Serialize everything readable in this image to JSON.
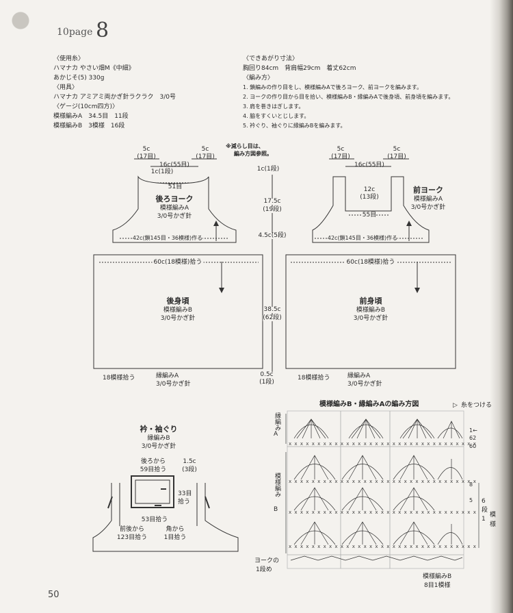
{
  "header": {
    "page_ref": "10page",
    "pattern_no": "8",
    "page_number": "50"
  },
  "info_left": {
    "yarn_heading": "〈使用糸〉",
    "yarn_line1": "ハマナカ やさい畑M《中細》",
    "yarn_line2": "あかじそ(5) 330g",
    "tools_heading": "〈用具〉",
    "tools_line": "ハマナカ アミアミ両かぎ針ラクラク　3/0号",
    "gauge_heading": "〈ゲージ(10cm四方)〉",
    "gauge_a": "模様編みA　34.5目　11段",
    "gauge_b": "模様編みB　3模様　16段"
  },
  "info_right": {
    "size_heading": "〈できあがり寸法〉",
    "size_line": "胸回り84cm　背肩幅29cm　着丈62cm",
    "method_heading": "〈編み方〉",
    "steps": [
      "1. 鎖編みの作り目をし、模様編みAで後ろヨーク、前ヨークを編みます。",
      "2. ヨークの作り目から目を拾い、模様編みB・縁編みAで後身頃、前身頃を編みます。",
      "3. 肩を巻きはぎします。",
      "4. 脇をすくいとじします。",
      "5. 衿ぐり、袖ぐりに縁編みBを編みます。"
    ]
  },
  "diagram": {
    "note_line1": "※減らし目は、",
    "note_line2": "編み方図参照。",
    "back_yoke": {
      "shoulder_left": "5c",
      "shoulder_left_rows": "(17目)",
      "shoulder_right": "5c",
      "shoulder_right_rows": "(17目)",
      "neck_width": "16c(55目)",
      "neck_depth": "1c(1段)",
      "neck_stitches": "51目",
      "title": "後ろヨーク",
      "stitch": "模様編みA",
      "hook": "3/0号かぎ針",
      "bottom": "42c(鎖145目・36模様)作る"
    },
    "front_yoke": {
      "shoulder_left": "5c",
      "shoulder_left_rows": "(17目)",
      "shoulder_right": "5c",
      "shoulder_right_rows": "(17目)",
      "neck_width": "16c(55目)",
      "neck_depth": "12c",
      "neck_depth_rows": "(13段)",
      "neck_stitches": "55目",
      "title": "前ヨーク",
      "stitch": "模様編みA",
      "hook": "3/0号かぎ針",
      "bottom": "42c(鎖145目・36模様)作る"
    },
    "middle": {
      "top": "1c(1段)",
      "yoke_h": "17.5c",
      "yoke_h_rows": "(19段)",
      "armhole": "4.5c(5段)",
      "body_h": "38.5c",
      "body_h_rows": "(62段)",
      "edge": "0.5c",
      "edge_rows": "(1段)"
    },
    "back_body": {
      "pickup": "60c(18模様)拾う",
      "title": "後身頃",
      "stitch": "模様編みB",
      "hook": "3/0号かぎ針",
      "bottom_pick": "18模様拾う",
      "edge_stitch": "縁編みA",
      "edge_hook": "3/0号かぎ針"
    },
    "front_body": {
      "pickup": "60c(18模様)拾う",
      "title": "前身頃",
      "stitch": "模様編みB",
      "hook": "3/0号かぎ針",
      "bottom_pick": "18模様拾う",
      "edge_stitch": "縁編みA",
      "edge_hook": "3/0号かぎ針"
    }
  },
  "neckline": {
    "title": "衿・袖ぐり",
    "stitch": "縁編みB",
    "hook": "3/0号かぎ針",
    "back_from": "後ろから",
    "back_count": "59目拾う",
    "width": "1.5c",
    "rows": "(3段)",
    "side": "33目",
    "side2": "拾う",
    "bottom": "53目拾う",
    "front_from": "前後から",
    "front_count": "123目拾う",
    "corner_from": "角から",
    "corner_count": "1目拾う"
  },
  "chart": {
    "title": "模様編みB・縁編みAの編み方図",
    "legend": "糸をつける",
    "left_label1": "縁編み",
    "left_label2": "A",
    "left_label3": "模様編み",
    "left_label4": "B",
    "bottom_left1": "ヨークの",
    "bottom_left2": "1段め",
    "bottom_label1": "模様編みB",
    "bottom_label2": "8目1模様",
    "row_1": "1←",
    "row_62": "62",
    "row_60": "60",
    "row_8": "8",
    "row_5": "5",
    "repeat1": "6",
    "repeat2": "段",
    "repeat3": "1",
    "repeat4": "模",
    "repeat5": "様"
  }
}
